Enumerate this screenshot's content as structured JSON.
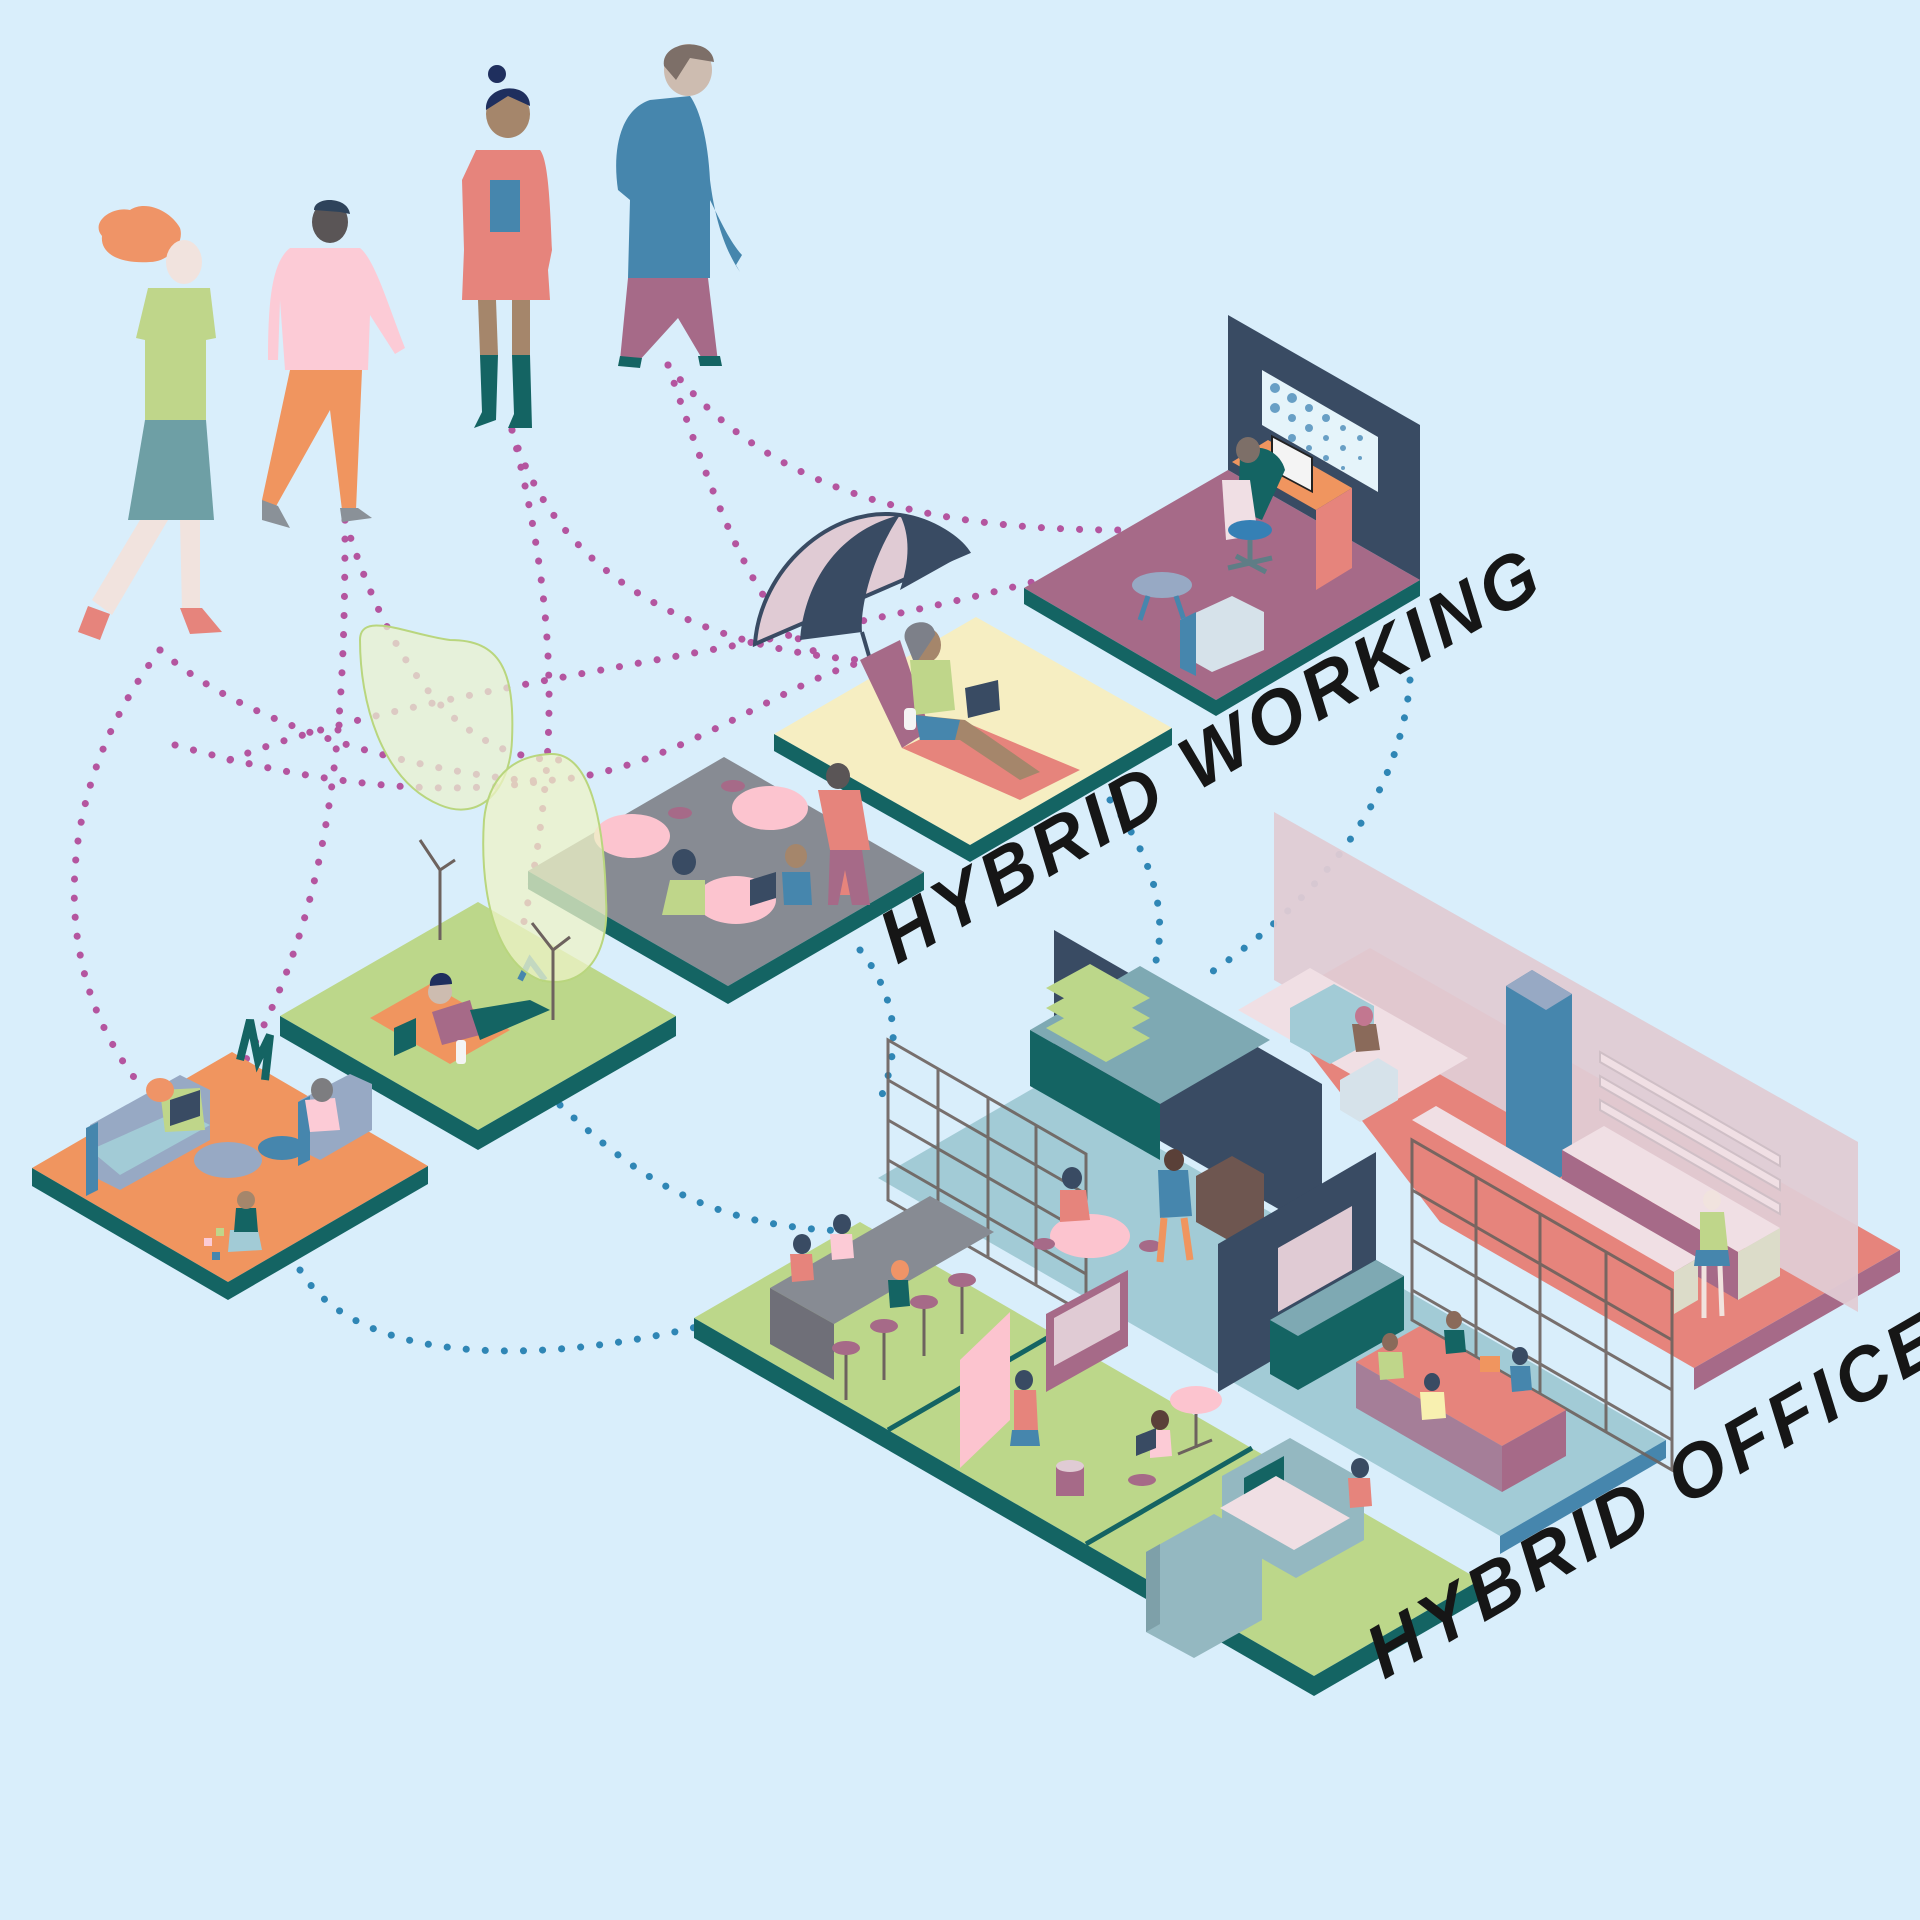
{
  "labels": {
    "hybrid_working": "HYBRID WORKING",
    "hybrid_office": "HYBRID OFFICE"
  },
  "colors": {
    "background": "#d9eefb",
    "tile_edge": "#146463",
    "path_home": "#b4559f",
    "path_office": "#2f86b5",
    "label_text": "#161616"
  },
  "people": [
    {
      "id": "person-red-hair",
      "shirt": "#bfd68a",
      "bottom": "#6e9fa5",
      "hair": "#ef9467"
    },
    {
      "id": "person-pink-sweater",
      "shirt": "#fccbd6",
      "bottom": "#f0955f",
      "hair": "#2e435b"
    },
    {
      "id": "person-coral-dress",
      "shirt": "#e6847c",
      "bottom": "#146463",
      "hair": "#1f2f5e"
    },
    {
      "id": "person-blue-sweater",
      "shirt": "#4686ad",
      "bottom": "#a66a88",
      "hair": "#7d6f68"
    }
  ],
  "hybrid_working_tiles": [
    {
      "id": "home-living-room",
      "floor": "#f0955f"
    },
    {
      "id": "park",
      "floor": "#bcd78a"
    },
    {
      "id": "cafe",
      "floor": "#878b93"
    },
    {
      "id": "beach",
      "floor": "#f6eec2"
    },
    {
      "id": "home-office",
      "floor": "#a66a88"
    }
  ],
  "hybrid_office_zones": [
    {
      "id": "touchdown-bench",
      "floor": "#bcd78a"
    },
    {
      "id": "collaboration-area",
      "floor": "#bcd78a"
    },
    {
      "id": "focus-booths",
      "floor": "#bcd78a"
    },
    {
      "id": "open-workspace",
      "floor": "#a2cbd6"
    },
    {
      "id": "meeting-room",
      "floor": "#a2cbd6"
    },
    {
      "id": "lounge",
      "floor": "#e6847c"
    },
    {
      "id": "kitchen-bar",
      "floor": "#e6847c"
    }
  ]
}
